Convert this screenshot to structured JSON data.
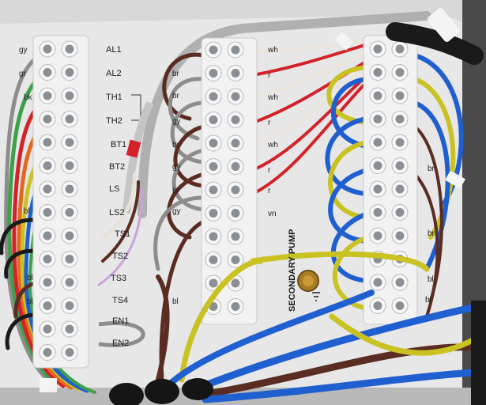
{
  "scene": {
    "description_visible_text_only": true,
    "panel_color": "#e9e9ea",
    "terminal_color": "#f2f2f2"
  },
  "left_block": {
    "labels": [
      "AL1",
      "AL2",
      "TH1",
      "TH2",
      "BT1",
      "BT2",
      "LS",
      "LS2",
      "TS1",
      "TS2",
      "TS3",
      "TS4",
      "EN1",
      "EN2"
    ]
  },
  "left_wire_tags": {
    "tags": [
      "gy",
      "gr",
      "bk",
      "bl",
      "bl",
      "bl"
    ]
  },
  "middle_block": {
    "wire_tags_right": [
      "wh",
      "r",
      "wh",
      "r",
      "wh",
      "r",
      "r",
      "vn"
    ],
    "wire_tags_left": [
      "br",
      "br",
      "gy",
      "br",
      "gy",
      "br",
      "gy",
      "bl"
    ]
  },
  "right_block": {
    "wire_tags": [
      "br",
      "br",
      "bl",
      "br"
    ]
  },
  "pump_label": "SECONDARY PUMP",
  "wire_colors": {
    "blue": "#1f5fd0",
    "brown": "#5a2c22",
    "green_yellow": "#c9c222",
    "red": "#d3222a",
    "grey": "#8d8d8d",
    "white": "#ebe6dc",
    "black": "#1a1a1a",
    "orange": "#e3691c"
  }
}
